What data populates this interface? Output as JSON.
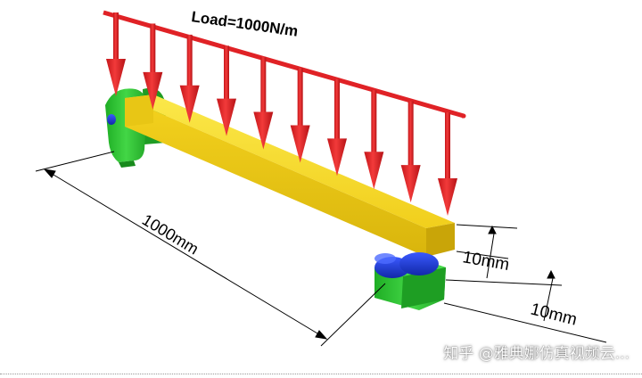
{
  "load_label": "Load=1000N/m",
  "length_label": "1000mm",
  "beam_height_label": "10mm",
  "beam_width_label": "10mm",
  "watermark": "知乎 @雅典娜仿真视频云...",
  "load_arrow_count": 10,
  "colors": {
    "arrow": "#e8282a",
    "beam": "#f3d624",
    "support": "#2cc52e",
    "roller": "#1e3fd6"
  }
}
